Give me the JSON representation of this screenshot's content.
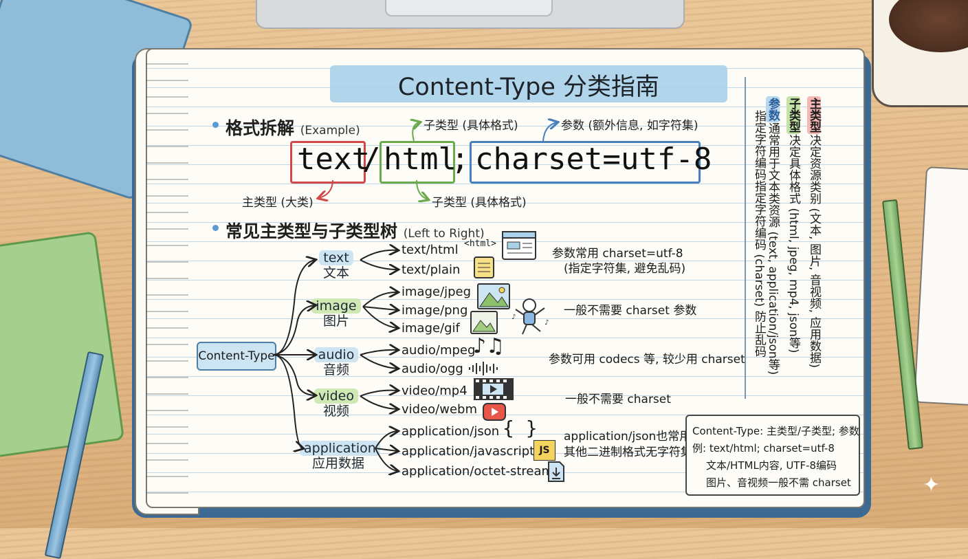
{
  "title": "Content-Type 分类指南",
  "format_section": {
    "heading": "格式拆解",
    "sub": "(Example)",
    "example": {
      "main": "text",
      "slash": "/",
      "sub": "html",
      "semicolon": ";",
      "param": "charset=utf-8"
    },
    "annotations": {
      "main": "主类型 (大类)",
      "sub_top": "子类型 (具体格式)",
      "sub_bottom": "子类型 (具体格式)",
      "param": "参数 (额外信息, 如字符集)"
    },
    "colors": {
      "main": "#d0484a",
      "sub": "#6aaa4c",
      "param": "#4a7fbd"
    }
  },
  "tree_section": {
    "heading": "常见主类型与子类型树",
    "sub": "(Left to Right)",
    "root": "Content-Type",
    "categories": [
      {
        "en": "text",
        "zh": "文本",
        "items": [
          "text/html",
          "text/plain"
        ],
        "note": [
          "参数常用 charset=utf-8",
          "(指定字符集, 避免乱码)"
        ]
      },
      {
        "en": "image",
        "zh": "图片",
        "items": [
          "image/jpeg",
          "image/png",
          "image/gif"
        ],
        "note": [
          "一般不需要 charset 参数"
        ]
      },
      {
        "en": "audio",
        "zh": "音频",
        "items": [
          "audio/mpeg",
          "audio/ogg"
        ],
        "note": [
          "参数可用 codecs 等, 较少用 charset"
        ]
      },
      {
        "en": "video",
        "zh": "视频",
        "items": [
          "video/mp4",
          "video/webm"
        ],
        "note": [
          "一般不需要 charset"
        ]
      },
      {
        "en": "application",
        "zh": "应用数据",
        "items": [
          "application/json",
          "application/javascript",
          "application/octet-stream"
        ],
        "note": [
          "application/json也常用",
          "其他二进制格式无字符集"
        ]
      }
    ],
    "icon_labels": {
      "html": "<html>",
      "braces": "{ }",
      "js": "JS"
    }
  },
  "side_notes": [
    {
      "highlight": "主类型",
      "text": "决定资源类别 (文本, 图片, 音视频, 应用数据)",
      "color": "#f4b9b4"
    },
    {
      "highlight": "子类型",
      "text": "决定具体格式 (html, jpeg, mp4, json等)",
      "color": "#c4e3a8"
    },
    {
      "highlight": "参数",
      "text": "通常用于文本类资源 (text, application/json等)",
      "color": "#b9d8f0"
    },
    {
      "highlight": "",
      "text": "指定字符编码指定字符编码 (charset) 防止乱码",
      "color": ""
    }
  ],
  "summary": [
    "Content-Type: 主类型/子类型; 参数",
    "例: text/html; charset=utf-8",
    "文本/HTML内容, UTF-8编码",
    "图片、音视频一般不需 charset"
  ]
}
